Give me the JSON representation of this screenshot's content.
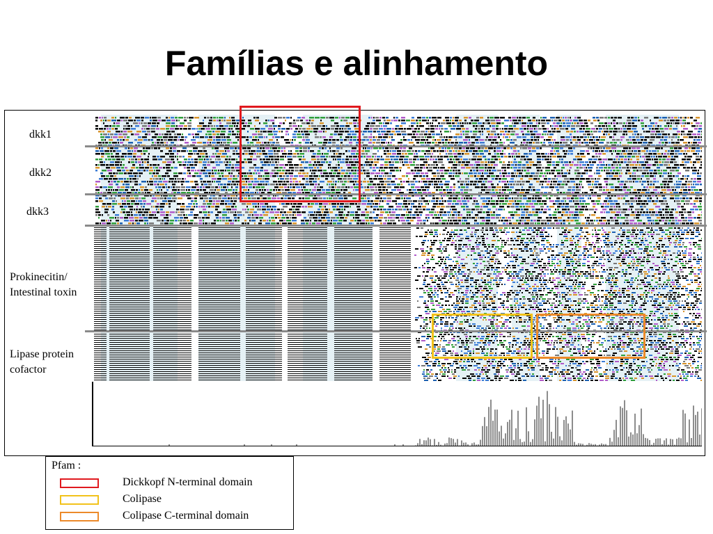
{
  "title": "Famílias e alinhamento",
  "families": [
    {
      "label": "dkk1"
    },
    {
      "label": "dkk2"
    },
    {
      "label": "dkk3"
    },
    {
      "label": "Prokinecitin/\nIntestinal toxin"
    },
    {
      "label": "Lipase protein\ncofactor"
    }
  ],
  "domains": [
    {
      "name": "dickkopf-n-terminal",
      "color": "#e0191e"
    },
    {
      "name": "colipase",
      "color": "#f2c21a"
    },
    {
      "name": "colipase-c-terminal",
      "color": "#ec8a2a"
    }
  ],
  "legend": {
    "title": "Pfam :",
    "items": [
      {
        "label": "Dickkopf N-terminal domain",
        "color": "#e0191e"
      },
      {
        "label": "Colipase",
        "color": "#f2c21a"
      },
      {
        "label": "Colipase C-terminal domain",
        "color": "#ec8a2a"
      }
    ]
  },
  "colors": {
    "separator": "#8a8a8a",
    "conserved_column": "#cfe6ec",
    "histogram_bar": "#8c8c8c"
  }
}
